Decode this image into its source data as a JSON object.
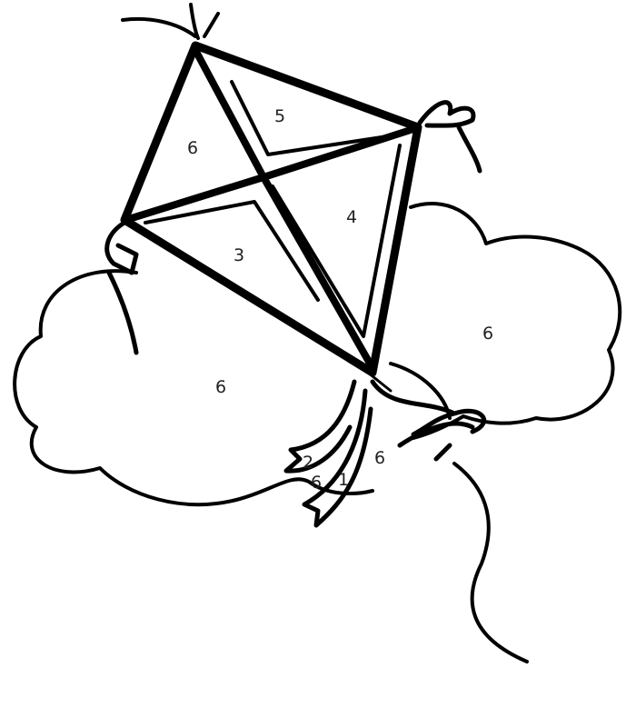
{
  "labels": {
    "kite_top": "5",
    "kite_left": "6",
    "kite_right": "4",
    "kite_bottom": "3",
    "cloud_right": "6",
    "cloud_left": "6",
    "tail_ribbon_tip": "2",
    "tail_ribbon_left": "6",
    "tail_ribbon_right": "1",
    "tail_bow": "6"
  },
  "colors": {
    "line": "#000000",
    "background": "#ffffff"
  }
}
